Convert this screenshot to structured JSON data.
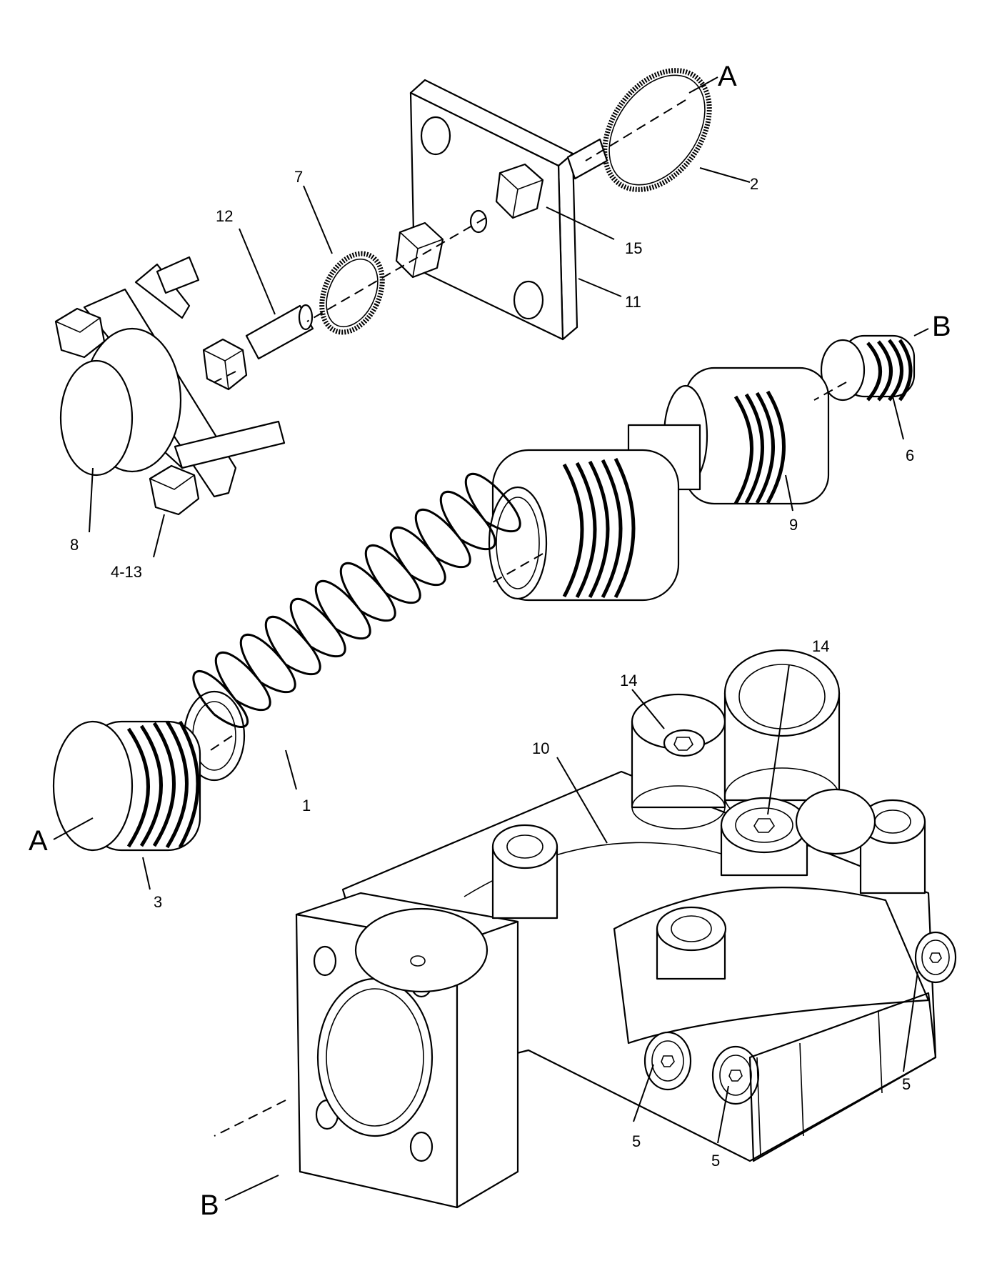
{
  "diagram": {
    "callouts": {
      "c1": "1",
      "c2": "2",
      "c3": "3",
      "c4_13": "4-13",
      "c5a": "5",
      "c5b": "5",
      "c5c": "5",
      "c6": "6",
      "c7": "7",
      "c8": "8",
      "c9": "9",
      "c10": "10",
      "c11": "11",
      "c12": "12",
      "c14a": "14",
      "c14b": "14",
      "c15": "15"
    },
    "refs": {
      "a_top": "A",
      "a_left": "A",
      "b_top": "B",
      "b_bottom": "B"
    }
  }
}
